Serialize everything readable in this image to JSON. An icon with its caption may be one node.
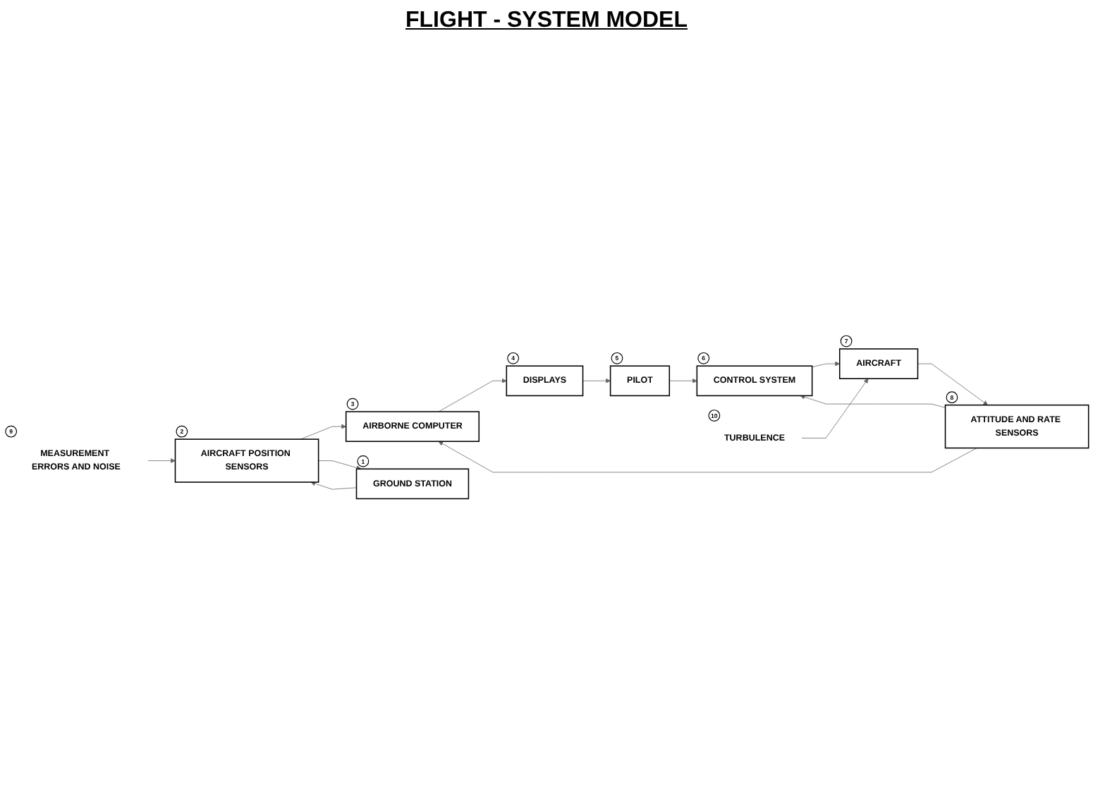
{
  "diagram": {
    "title": "FLIGHT - SYSTEM MODEL",
    "nodes": [
      {
        "text": [
          "MEASUREMENT ERRORS AND NOISE"
        ],
        "beside": [
          "9"
        ]
      },
      {
        "text": [
          "AIRCRAFT POSITION SENSORS"
        ],
        "beside": [
          "2"
        ]
      },
      {
        "text": [
          "AIRBORNE COMPUTER"
        ],
        "beside": [
          "3"
        ]
      },
      {
        "text": [
          "DISPLAYS"
        ],
        "beside": [
          "4"
        ]
      },
      {
        "text": [
          "PILOT"
        ],
        "beside": [
          "5"
        ]
      },
      {
        "text": [
          "GROUND STATION"
        ],
        "beside": [
          "1"
        ]
      },
      {
        "text": [
          "ATTITUDE AND RATE SENSORS"
        ],
        "beside": [
          "8"
        ]
      },
      {
        "text": [
          "AIRCRAFT"
        ],
        "beside": [
          "7"
        ]
      },
      {
        "text": [
          "CONTROL SYSTEM"
        ],
        "beside": [
          "6"
        ]
      },
      {
        "text": [
          "TURBULENCE"
        ],
        "beside": [
          "10"
        ]
      }
    ],
    "edges": [
      {
        "from": 0,
        "to": 1,
        "arrow": "to"
      },
      {
        "from": 1,
        "to": 2,
        "arrow": "to"
      },
      {
        "from": 2,
        "to": 3,
        "arrow": "to"
      },
      {
        "from": 3,
        "to": 4,
        "arrow": "to"
      },
      {
        "from": 5,
        "to": 1,
        "arrow": "to"
      },
      {
        "from": 1,
        "to": 5,
        "arrow": "to"
      },
      {
        "from": 4,
        "to": 8,
        "arrow": "to"
      },
      {
        "from": 6,
        "to": 2,
        "arrow": "to"
      },
      {
        "from": 6,
        "to": 8,
        "arrow": "to"
      },
      {
        "from": 8,
        "to": 7,
        "arrow": "to"
      },
      {
        "from": 7,
        "to": 6,
        "arrow": "to"
      },
      {
        "from": 9,
        "to": 7,
        "arrow": "to"
      }
    ]
  }
}
